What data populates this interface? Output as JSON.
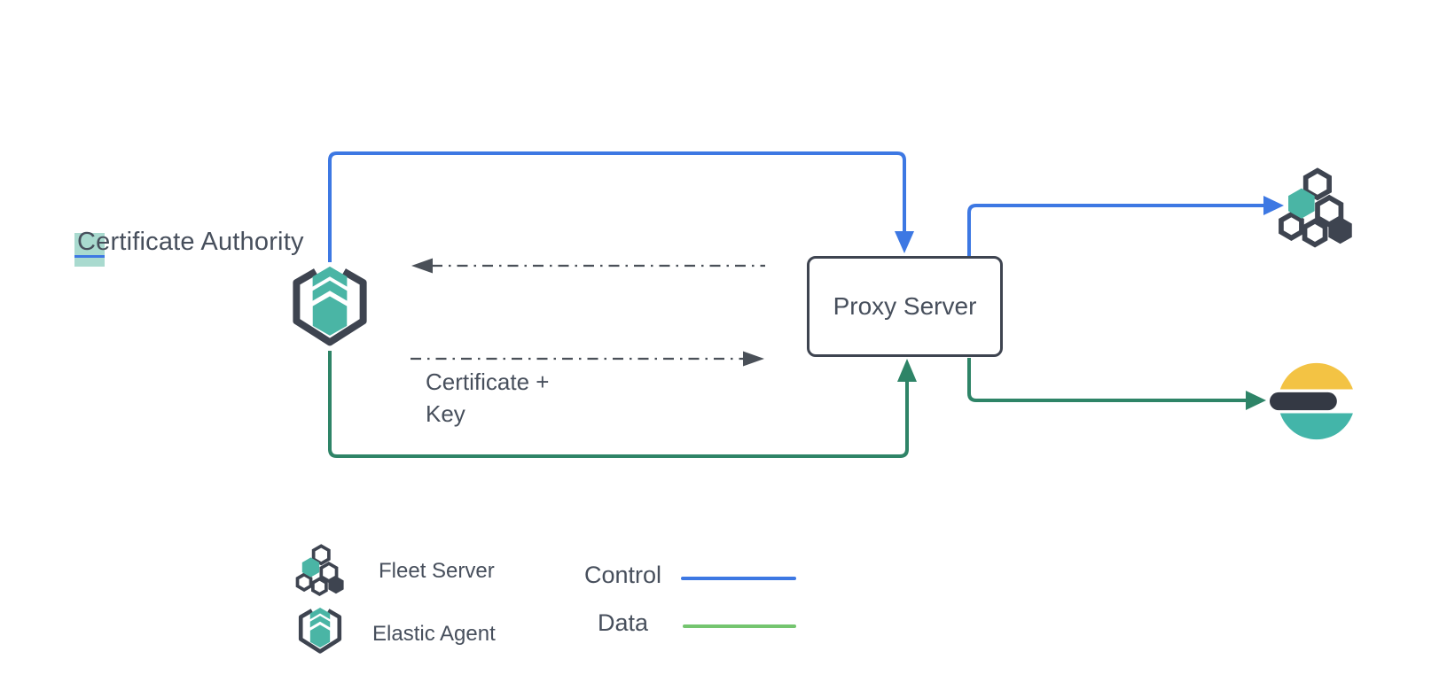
{
  "diagram": {
    "nodes": {
      "certificate_authority": {
        "first_letter": "C",
        "rest": "ertificate Authority",
        "selection_highlight_color": "#a9dacf",
        "text_cursor_color": "#3d78e3"
      },
      "proxy_server": {
        "label": "Proxy Server"
      },
      "certificate_key": {
        "label": "Certificate +\nKey"
      }
    },
    "icons": {
      "elastic_agent": "elastic-agent-icon",
      "fleet_server": "fleet-server-icon",
      "elasticsearch": "elasticsearch-icon"
    },
    "connectors": {
      "control_color": "#3d78e3",
      "data_color": "#2e8467",
      "certificate_exchange_color": "#4a5058"
    },
    "palette": {
      "teal": "#4ab5a5",
      "slate": "#3e4450",
      "yellow": "#f3c344",
      "es_dark": "#343944",
      "es_teal": "#43b5a9",
      "text": "#474f5c"
    }
  },
  "legend": {
    "fleet_server_label": "Fleet Server",
    "elastic_agent_label": "Elastic Agent",
    "control_label": "Control",
    "data_label": "Data",
    "control_line_color": "#3d78e3",
    "data_line_color": "#74c56f"
  }
}
